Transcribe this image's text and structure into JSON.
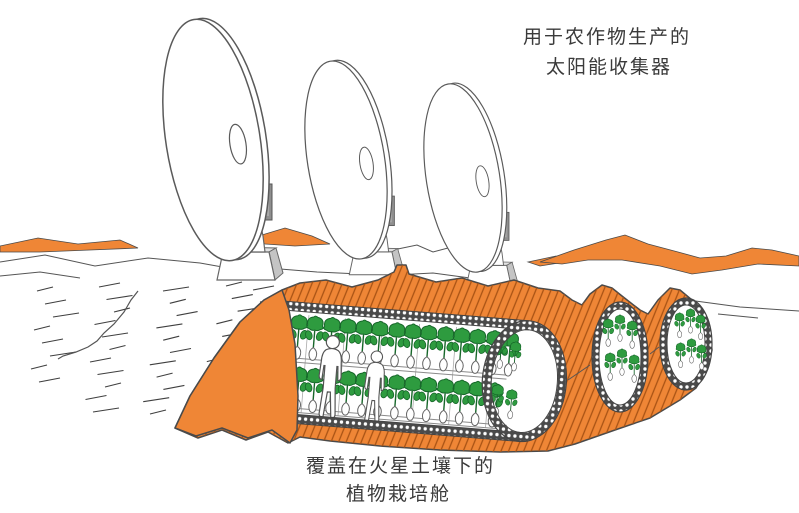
{
  "labels": {
    "solar_collector": {
      "line1": "用于农作物生产的",
      "line2": "太阳能收集器"
    },
    "cultivation_module": {
      "line1": "覆盖在火星土壤下的",
      "line2": "植物栽培舱"
    }
  },
  "scene": {
    "solar_dish_count": 3,
    "greenhouse_plant_rows": 2,
    "greenhouse_figure_count": 2,
    "buried_tube_cross_sections": 2
  },
  "colors": {
    "soil_orange": "#EF8636",
    "soil_hatch": "#A85214",
    "outline": "#4A4A4A",
    "plant_green": "#2E9B3F",
    "plant_green_dark": "#17672A",
    "structure_gray": "#8F8F8F",
    "text": "#3A3A3A",
    "background": "#FFFFFF"
  }
}
